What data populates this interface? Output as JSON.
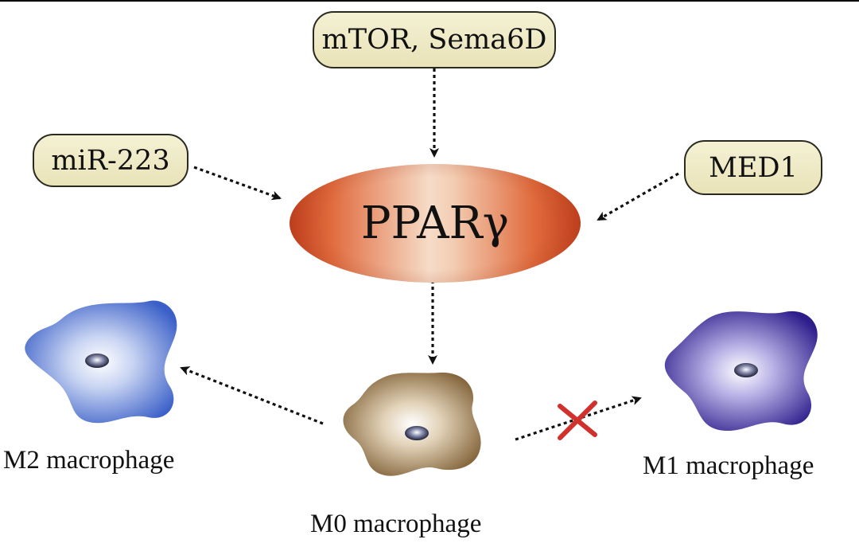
{
  "nodes": {
    "upstream_top": "mTOR, Sema6D",
    "upstream_left": "miR-223",
    "upstream_right": "MED1",
    "center": "PPARγ"
  },
  "cells": {
    "m0": "M0 macrophage",
    "m1": "M1 macrophage",
    "m2": "M2 macrophage"
  },
  "colors": {
    "pill_fill": "#efeac6",
    "ellipse_dark": "#c2411f",
    "ellipse_light": "#f6dcc8",
    "m0_cell": "#8a6a3e",
    "m1_cell": "#2e1e8c",
    "m2_cell": "#3a5fc8",
    "block_x": "#d0312d"
  },
  "edges": [
    {
      "from": "upstream_top",
      "to": "center",
      "style": "dotted-arrow"
    },
    {
      "from": "upstream_left",
      "to": "center",
      "style": "dotted-arrow"
    },
    {
      "from": "upstream_right",
      "to": "center",
      "style": "dotted-arrow"
    },
    {
      "from": "center",
      "to": "m0",
      "style": "dotted-arrow"
    },
    {
      "from": "m0",
      "to": "m2",
      "style": "dotted-arrow"
    },
    {
      "from": "m0",
      "to": "m1",
      "style": "dotted-arrow",
      "blocked": true
    }
  ]
}
